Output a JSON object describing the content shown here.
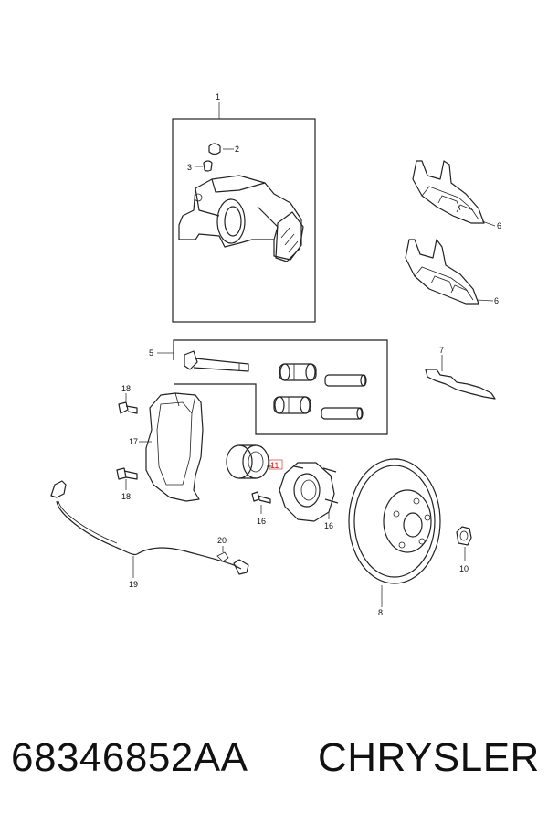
{
  "diagram": {
    "callouts": {
      "c1": "1",
      "c2": "2",
      "c3": "3",
      "c5": "5",
      "c6a": "6",
      "c6b": "6",
      "c7": "7",
      "c8": "8",
      "c10": "10",
      "c11": "11",
      "c16a": "16",
      "c16b": "16",
      "c17": "17",
      "c18a": "18",
      "c18b": "18",
      "c19": "19",
      "c20": "20"
    }
  },
  "footer": {
    "part_number": "68346852AA",
    "brand": "CHRYSLER"
  },
  "colors": {
    "line": "#222222",
    "highlight": "#dd1111"
  }
}
